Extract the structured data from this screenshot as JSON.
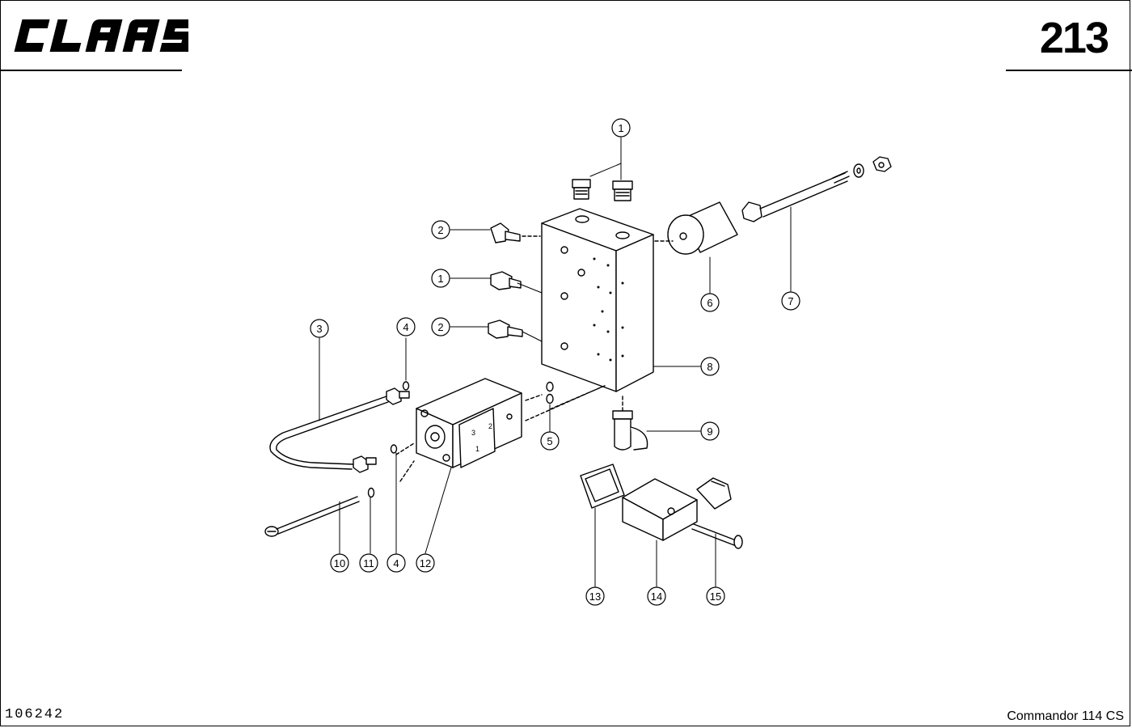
{
  "header": {
    "brand": "CLAAS",
    "page_number": "213"
  },
  "footer": {
    "reference": "106242",
    "model": "Commandor 114 CS"
  },
  "callouts": {
    "c1a": "1",
    "c2a": "2",
    "c1b": "1",
    "c2b": "2",
    "c3": "3",
    "c4a": "4",
    "c5": "5",
    "c6": "6",
    "c7": "7",
    "c8": "8",
    "c9": "9",
    "c10": "10",
    "c11": "11",
    "c4b": "4",
    "c12": "12",
    "c13": "13",
    "c14": "14",
    "c15": "15"
  }
}
